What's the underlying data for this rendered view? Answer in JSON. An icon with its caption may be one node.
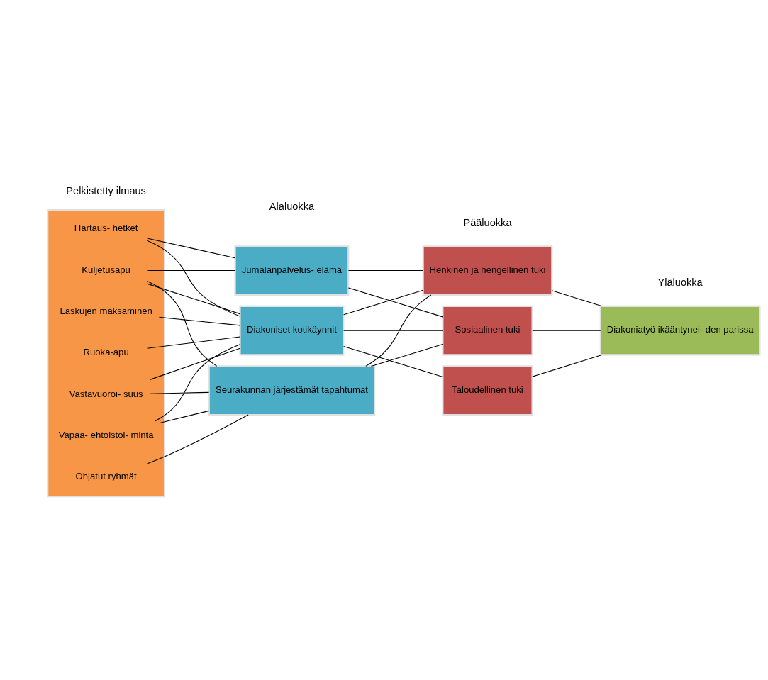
{
  "diagram": {
    "nodes": [
      {
        "text": [],
        "shape": "box"
      },
      {
        "text": [
          "Hartaus- hetket"
        ],
        "in": 0
      },
      {
        "text": [
          "Vapaa- ehtoistoi- minta"
        ],
        "in": 0
      },
      {
        "text": [
          "Ohjatut ryhmät"
        ],
        "in": 0
      },
      {
        "text": [
          "Ruoka-apu"
        ],
        "in": 0
      },
      {
        "text": [
          "Kuljetusapu"
        ],
        "in": 0
      },
      {
        "text": [
          "Laskujen maksaminen"
        ],
        "in": 0
      },
      {
        "text": [
          "Vastavuoroi- suus"
        ],
        "in": 0
      },
      {
        "text": [
          "Jumalanpalvelus- elämä"
        ]
      },
      {
        "text": [
          "Diakoniset kotikäynnit"
        ]
      },
      {
        "text": [
          "Seurakunnan järjestämät tapahtumat"
        ]
      },
      {
        "text": [
          "Henkinen ja hengellinen tuki"
        ]
      },
      {
        "text": [
          "Sosiaalinen tuki"
        ]
      },
      {
        "text": [
          "Taloudellinen tuki"
        ]
      },
      {
        "text": [
          "Diakoniatyö ikääntynei- den parissa"
        ]
      }
    ],
    "edges": [
      {
        "from": 1,
        "to": 8,
        "arrow": "none"
      },
      {
        "from": 1,
        "to": 9,
        "arrow": "none"
      },
      {
        "from": 2,
        "to": 10,
        "arrow": "none"
      },
      {
        "from": 2,
        "to": 9,
        "arrow": "none"
      },
      {
        "from": 3,
        "to": 10,
        "arrow": "none"
      },
      {
        "from": 4,
        "to": 9,
        "arrow": "none"
      },
      {
        "from": 5,
        "to": 8,
        "arrow": "none"
      },
      {
        "from": 5,
        "to": 9,
        "arrow": "none"
      },
      {
        "from": 5,
        "to": 10,
        "arrow": "none"
      },
      {
        "from": 6,
        "to": 9,
        "arrow": "none"
      },
      {
        "from": 7,
        "to": 9,
        "arrow": "none"
      },
      {
        "from": 7,
        "to": 10,
        "arrow": "none"
      },
      {
        "from": 8,
        "to": 11,
        "arrow": "none"
      },
      {
        "from": 8,
        "to": 12,
        "arrow": "none"
      },
      {
        "from": 9,
        "to": 11,
        "arrow": "none"
      },
      {
        "from": 9,
        "to": 12,
        "arrow": "none"
      },
      {
        "from": 9,
        "to": 13,
        "arrow": "none"
      },
      {
        "from": 10,
        "to": 11,
        "arrow": "none"
      },
      {
        "from": 10,
        "to": 12,
        "arrow": "none"
      },
      {
        "from": 11,
        "to": 14,
        "arrow": "none"
      },
      {
        "from": 12,
        "to": 14,
        "arrow": "none"
      },
      {
        "from": 13,
        "to": 14,
        "arrow": "none"
      }
    ],
    "labels": [
      "Pelkistetty ilmaus",
      "Alaluokka",
      "Pääluokka",
      "Yläluokka"
    ]
  }
}
